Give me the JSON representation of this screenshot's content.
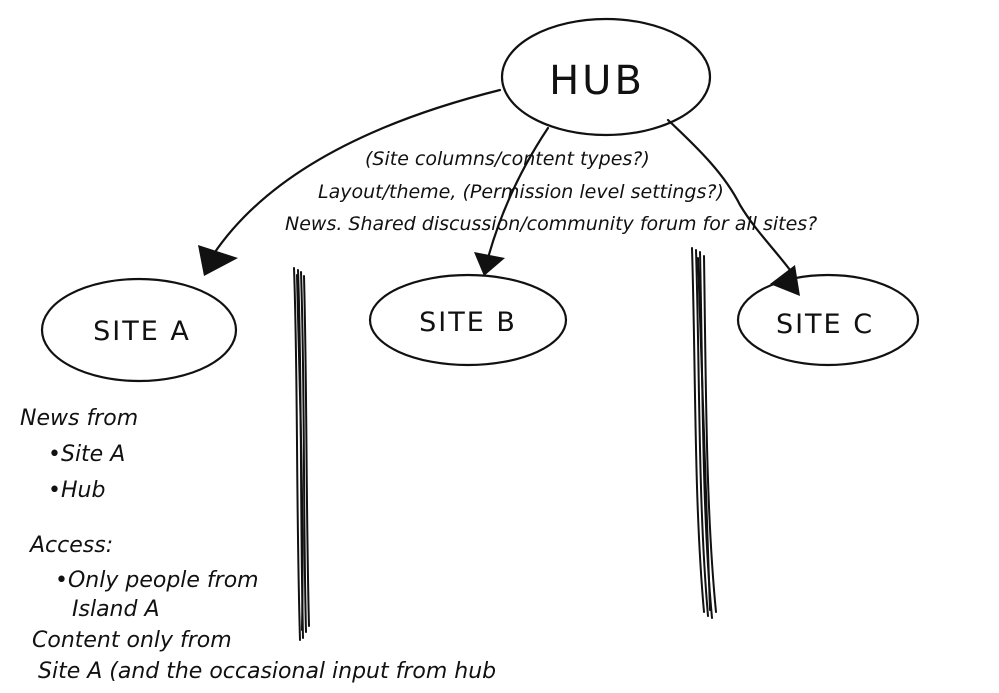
{
  "nodes": {
    "hub": "HUB",
    "site_a": "SITE A",
    "site_b": "SITE B",
    "site_c": "SITE C"
  },
  "shared_notes": {
    "line1": "(Site columns/content types?)",
    "line2": "Layout/theme, (Permission level settings?)",
    "line3": "News. Shared discussion/community forum for all sites?"
  },
  "site_a_notes": {
    "news_heading": "News from",
    "news_items": [
      "•Site A",
      "•Hub"
    ],
    "access_heading": "Access:",
    "access_line1": "•Only people from",
    "access_line2": "Island A",
    "content_line1": "Content only from",
    "content_line2": "Site A (and the occasional input from hub"
  }
}
